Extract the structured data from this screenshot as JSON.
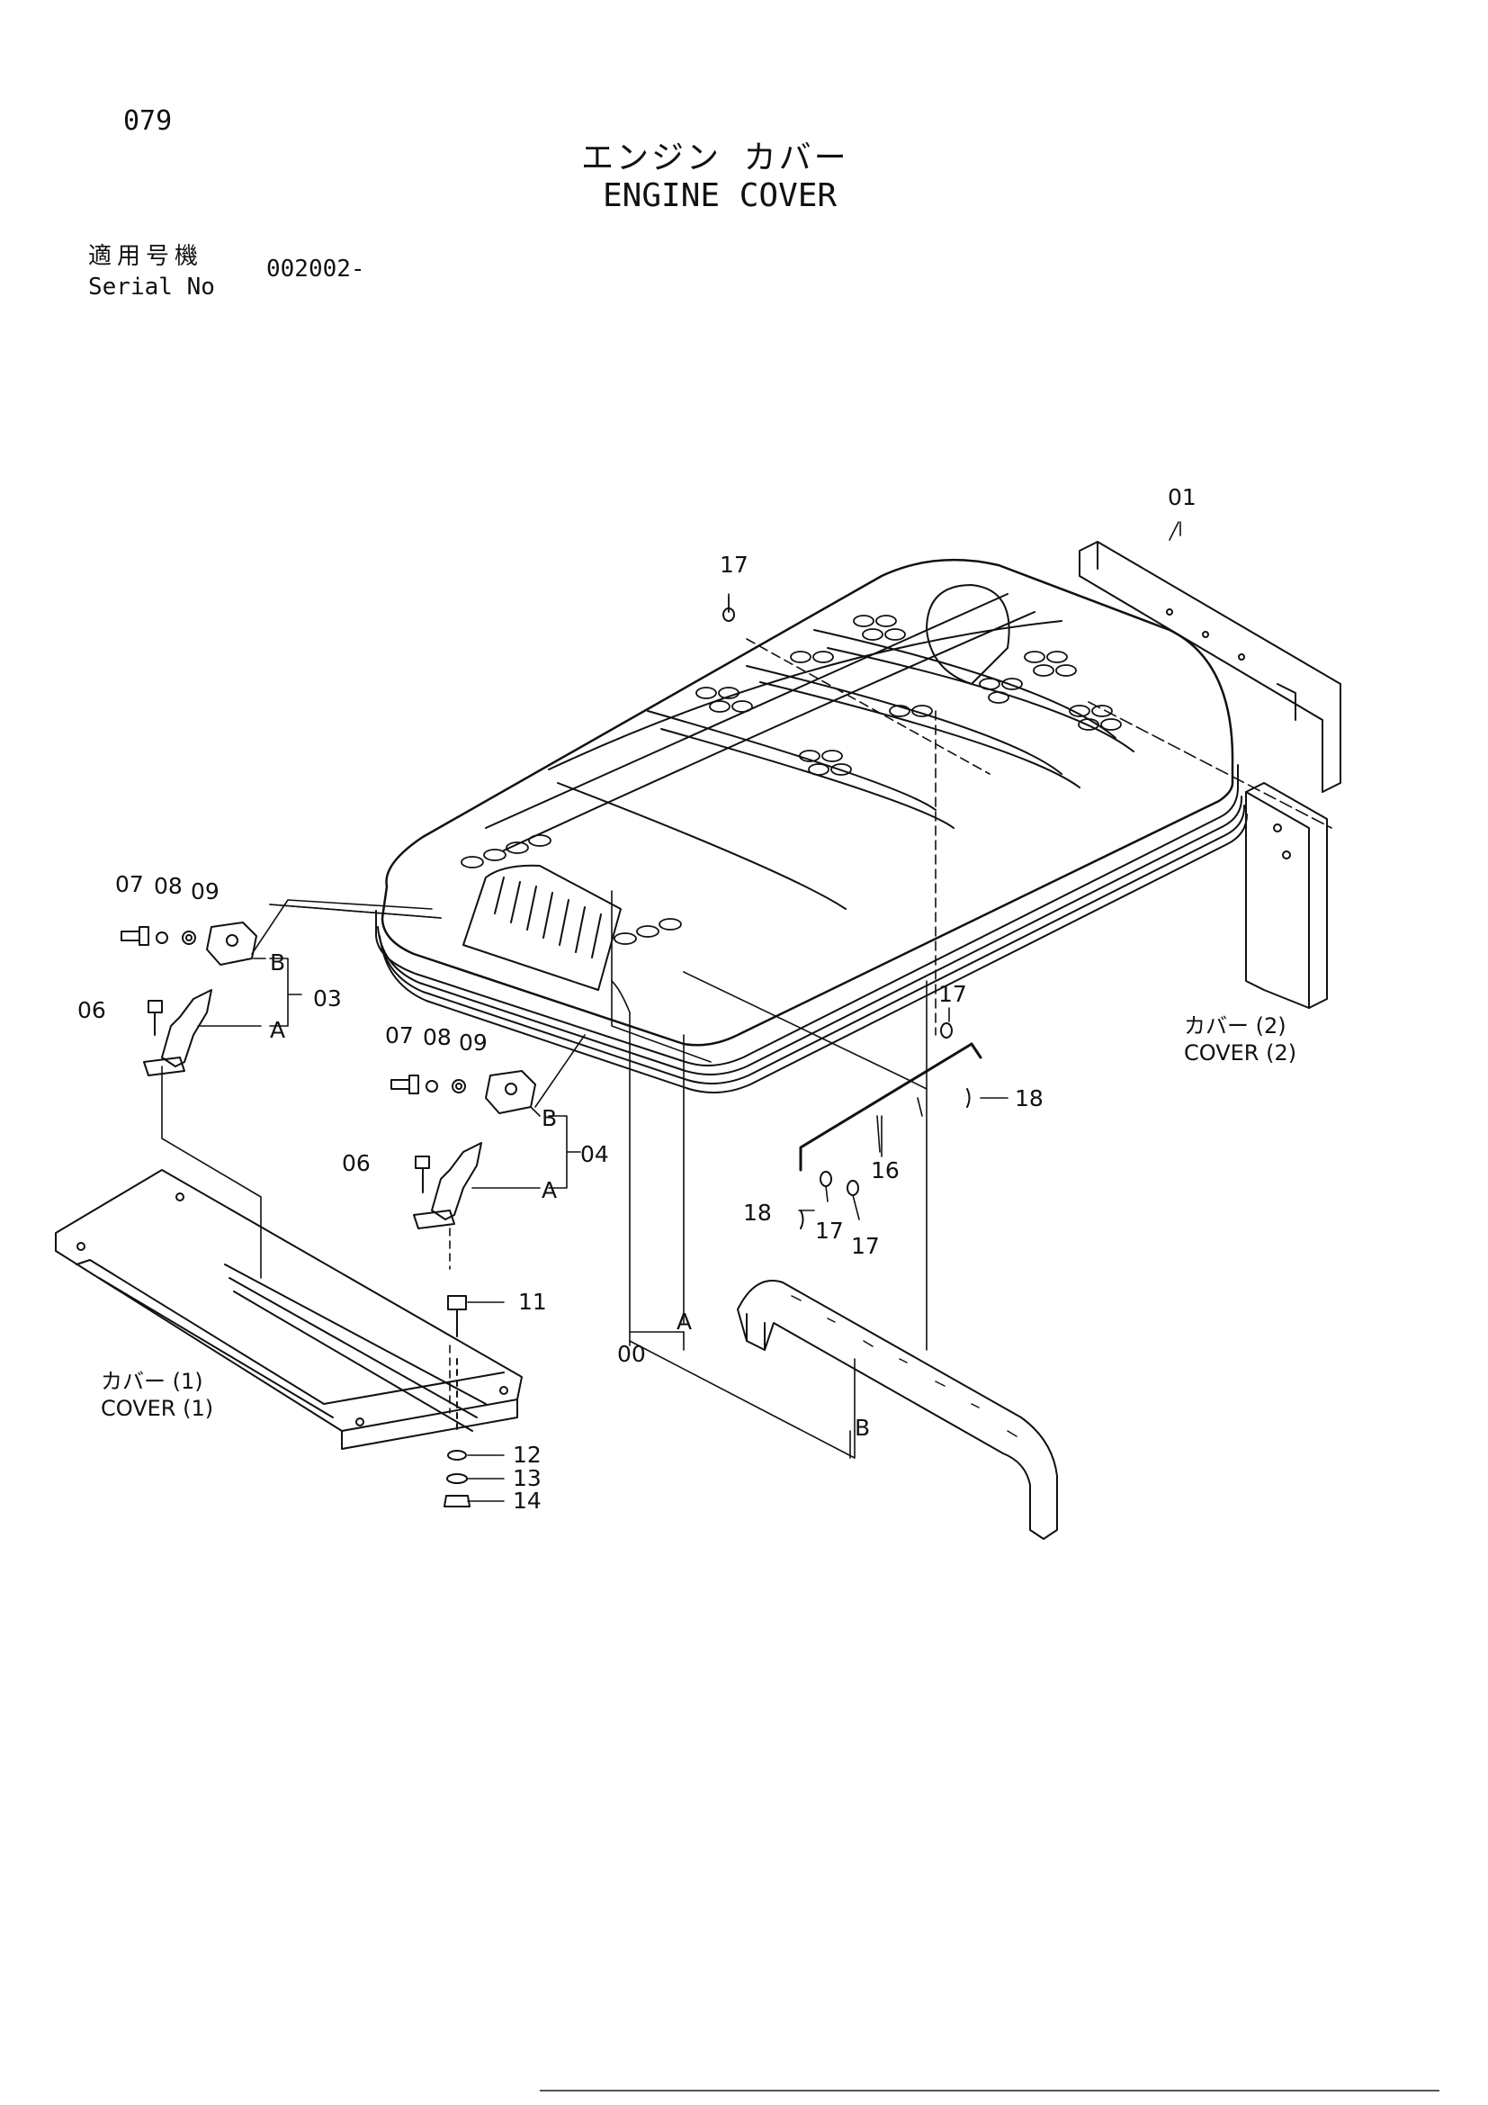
{
  "page": {
    "number": "079",
    "title_ja": "エンジン カバー",
    "title_en": "ENGINE COVER",
    "serial_label_ja": "適用号機",
    "serial_label_en": "Serial No",
    "serial_value": "002002-"
  },
  "callouts": {
    "c01": "01",
    "c17_top": "17",
    "c07_a": "07",
    "c08_a": "08",
    "c09_a": "09",
    "c06_a": "06",
    "cB_a": "B",
    "cA_a": "A",
    "c03": "03",
    "c07_b": "07",
    "c08_b": "08",
    "c09_b": "09",
    "c06_b": "06",
    "cB_b": "B",
    "cA_b": "A",
    "c04": "04",
    "c11": "11",
    "c12": "12",
    "c13": "13",
    "c14": "14",
    "c00": "00",
    "cA_main": "A",
    "cB_main": "B",
    "c17_mid": "17",
    "c18_right": "18",
    "c16": "16",
    "c18_left": "18",
    "c17_low1": "17",
    "c17_low2": "17"
  },
  "captions": {
    "cover1_ja": "カバー (1)",
    "cover1_en": "COVER (1)",
    "cover2_ja": "カバー (2)",
    "cover2_en": "COVER (2)"
  },
  "colors": {
    "ink": "#111111",
    "paper": "#ffffff"
  }
}
